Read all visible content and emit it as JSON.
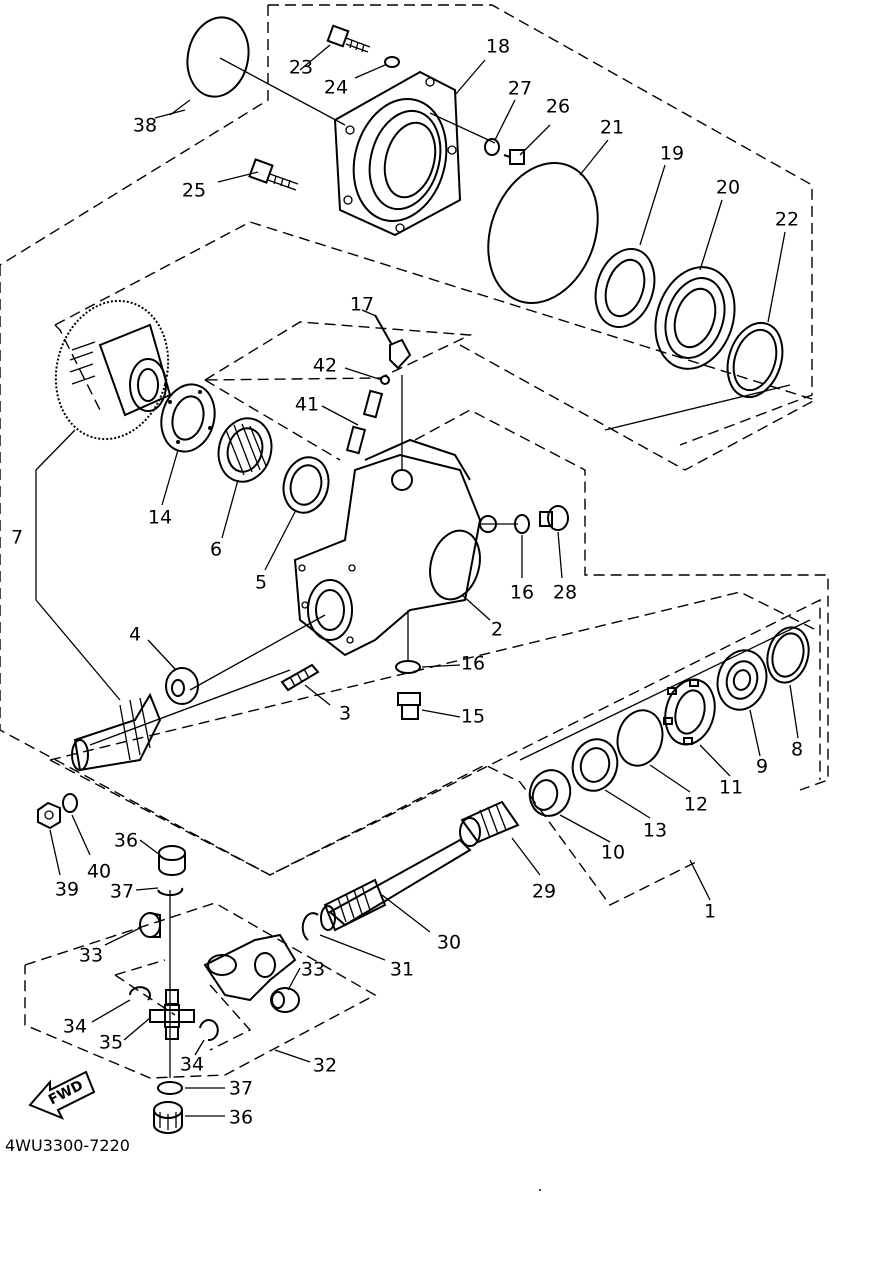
{
  "diagram": {
    "reference_code": "4WU3300-7220",
    "direction_arrow_label": "FWD",
    "callouts": [
      {
        "key": "c1",
        "label": "1"
      },
      {
        "key": "c2",
        "label": "2"
      },
      {
        "key": "c3",
        "label": "3"
      },
      {
        "key": "c4",
        "label": "4"
      },
      {
        "key": "c5",
        "label": "5"
      },
      {
        "key": "c6",
        "label": "6"
      },
      {
        "key": "c7",
        "label": "7"
      },
      {
        "key": "c8",
        "label": "8"
      },
      {
        "key": "c9",
        "label": "9"
      },
      {
        "key": "c10",
        "label": "10"
      },
      {
        "key": "c11",
        "label": "11"
      },
      {
        "key": "c12",
        "label": "12"
      },
      {
        "key": "c13",
        "label": "13"
      },
      {
        "key": "c14",
        "label": "14"
      },
      {
        "key": "c15",
        "label": "15"
      },
      {
        "key": "c16a",
        "label": "16"
      },
      {
        "key": "c16b",
        "label": "16"
      },
      {
        "key": "c17",
        "label": "17"
      },
      {
        "key": "c18",
        "label": "18"
      },
      {
        "key": "c19",
        "label": "19"
      },
      {
        "key": "c20",
        "label": "20"
      },
      {
        "key": "c21",
        "label": "21"
      },
      {
        "key": "c22",
        "label": "22"
      },
      {
        "key": "c23",
        "label": "23"
      },
      {
        "key": "c24",
        "label": "24"
      },
      {
        "key": "c25",
        "label": "25"
      },
      {
        "key": "c26",
        "label": "26"
      },
      {
        "key": "c27",
        "label": "27"
      },
      {
        "key": "c28",
        "label": "28"
      },
      {
        "key": "c29",
        "label": "29"
      },
      {
        "key": "c30",
        "label": "30"
      },
      {
        "key": "c31",
        "label": "31"
      },
      {
        "key": "c32",
        "label": "32"
      },
      {
        "key": "c33a",
        "label": "33"
      },
      {
        "key": "c33b",
        "label": "33"
      },
      {
        "key": "c34a",
        "label": "34"
      },
      {
        "key": "c34b",
        "label": "34"
      },
      {
        "key": "c35",
        "label": "35"
      },
      {
        "key": "c36a",
        "label": "36"
      },
      {
        "key": "c36b",
        "label": "36"
      },
      {
        "key": "c37a",
        "label": "37"
      },
      {
        "key": "c37b",
        "label": "37"
      },
      {
        "key": "c38",
        "label": "38"
      },
      {
        "key": "c39",
        "label": "39"
      },
      {
        "key": "c40",
        "label": "40"
      },
      {
        "key": "c41",
        "label": "41"
      },
      {
        "key": "c42",
        "label": "42"
      }
    ]
  }
}
